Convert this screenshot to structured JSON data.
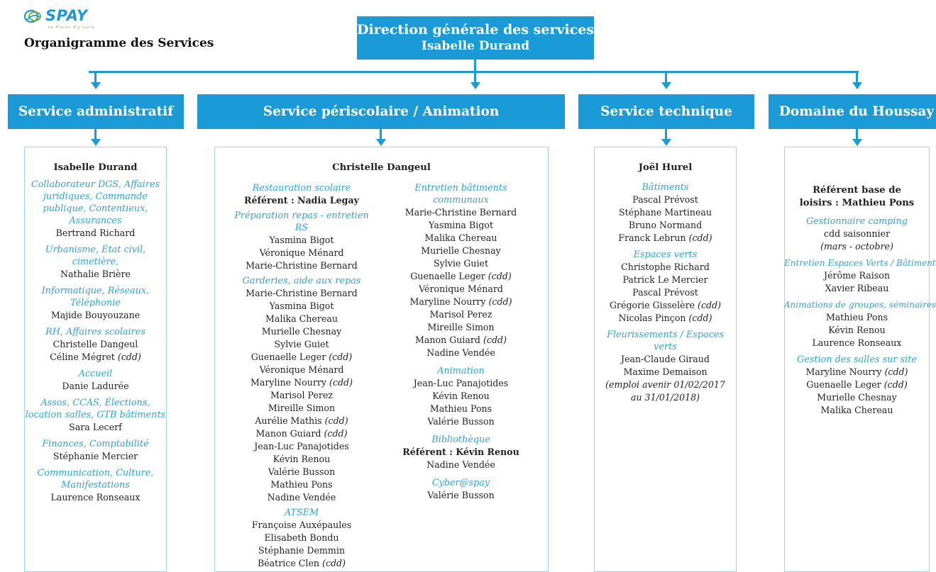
{
  "colors": {
    "accent": "#1a9ad7",
    "category_text": "#2aa3db",
    "box_border": "#9fd3ee",
    "logo_green": "#7aa83b"
  },
  "logo": {
    "text": "SPAY",
    "tagline": "Le Plaisir d'y vivre"
  },
  "page_title": "Organigramme des Services",
  "direction": {
    "title": "Direction générale des services",
    "name": "Isabelle Durand"
  },
  "services": [
    {
      "header": "Service administratif",
      "head": "Isabelle Durand",
      "groups": [
        {
          "title": "Collaborateur DGS, Affaires juridiques, Commande publique, Contentieux, Assurances",
          "people": [
            "Bertrand Richard"
          ]
        },
        {
          "title": "Urbanisme, État civil, cimetière,",
          "people": [
            "Nathalie Brière"
          ]
        },
        {
          "title": "Informatique, Réseaux, Téléphonie",
          "people": [
            "Majide Bouyouzane"
          ]
        },
        {
          "title": "RH, Affaires scolaires",
          "people": [
            "Christelle Dangeul",
            "Céline Mégret (cdd)"
          ]
        },
        {
          "title": "Accueil",
          "people": [
            "Danie Ladurée"
          ]
        },
        {
          "title": "Assos, CCAS, Élections, location salles, GTB bâtiments",
          "people": [
            "Sara Lecerf"
          ]
        },
        {
          "title": "Finances, Comptabilité",
          "people": [
            "Stéphanie Mercier"
          ]
        },
        {
          "title": "Communication, Culture, Manifestations",
          "people": [
            "Laurence Ronseaux"
          ]
        }
      ]
    },
    {
      "header": "Service périscolaire / Animation",
      "head": "Christelle Dangeul",
      "left_groups": [
        {
          "title": "Restauration scolaire",
          "referent": "Référent : Nadia Legay",
          "people": []
        },
        {
          "title": "Préparation repas - entretien RS",
          "people": [
            "Yasmina Bigot",
            "Véronique Ménard",
            "Marie-Christine Bernard"
          ]
        },
        {
          "title": "Garderies, aide aux repas",
          "people": [
            "Marie-Christine Bernard",
            "Yasmina Bigot",
            "Malika Chereau",
            "Murielle Chesnay",
            "Sylvie  Guiet",
            "Guenaelle Leger (cdd)",
            "Véronique Ménard",
            "Maryline Nourry (cdd)",
            "Marisol Perez",
            "Mireille Simon",
            "Aurélie Mathis (cdd)",
            "Manon Guiard (cdd)",
            "Jean-Luc Panajotides",
            "Kévin Renou",
            "Valérie Busson",
            "Mathieu Pons",
            "Nadine Vendée"
          ]
        },
        {
          "title": "ATSEM",
          "people": [
            "Françoise Auxépaules",
            "Elisabeth Bondu",
            "Stéphanie Demmin",
            "Béatrice Clen (cdd)"
          ]
        }
      ],
      "right_groups": [
        {
          "title": "Entretien bâtiments communaux",
          "people": [
            "Marie-Christine Bernard",
            "Yasmina Bigot",
            "Malika Chereau",
            "Murielle Chesnay",
            "Sylvie  Guiet",
            "Guenaelle Leger (cdd)",
            "Véronique Ménard",
            "Maryline Nourry (cdd)",
            "Marisol Perez",
            "Mireille Simon",
            "Manon Guiard (cdd)",
            "Nadine Vendée"
          ]
        },
        {
          "title": "Animation",
          "people": [
            "Jean-Luc Panajotides",
            "Kévin Renou",
            "Mathieu Pons",
            "Valérie Busson"
          ]
        },
        {
          "title": "Bibliothèque",
          "referent": "Référent : Kévin Renou",
          "people": [
            "Nadine Vendée"
          ]
        },
        {
          "title": "Cyber@spay",
          "people": [
            "Valérie Busson"
          ]
        }
      ]
    },
    {
      "header": "Service technique",
      "head": "Joël Hurel",
      "groups": [
        {
          "title": "Bâtiments",
          "people": [
            "Pascal Prévost",
            "Stéphane Martineau",
            "Bruno Normand",
            "Franck Lebrun (cdd)"
          ]
        },
        {
          "title": "Espaces verts",
          "people": [
            "Christophe Richard",
            "Patrick Le Mercier",
            "Pascal Prévost",
            "Grégorie Gisselère (cdd)",
            "Nicolas Pinçon (cdd)"
          ]
        },
        {
          "title": "Fleurissements / Espaces verts",
          "people": [
            "Jean-Claude Giraud",
            "Maxime Demaison",
            "(emploi avenir 01/02/2017",
            "au 31/01/2018)"
          ]
        }
      ]
    },
    {
      "header": "Domaine du Houssay",
      "head": "Référent base de loisirs : Mathieu Pons",
      "groups": [
        {
          "title": "Gestionnaire camping",
          "people": [
            "cdd saisonnier",
            "(mars - octobre)"
          ]
        },
        {
          "title": "Entretien Espaces Verts / Bâtiments",
          "people": [
            "Jérôme Raison",
            "Xavier Ribeau"
          ]
        },
        {
          "title": "Animations de groupes, séminaires",
          "people": [
            "Mathieu Pons",
            "Kévin Renou",
            "Laurence Ronseaux"
          ]
        },
        {
          "title": "Gestion des salles sur site",
          "people": [
            "Maryline Nourry (cdd)",
            "Guenaelle Leger (cdd)",
            "Murielle Chesnay",
            "Malika Chereau"
          ]
        }
      ]
    }
  ]
}
